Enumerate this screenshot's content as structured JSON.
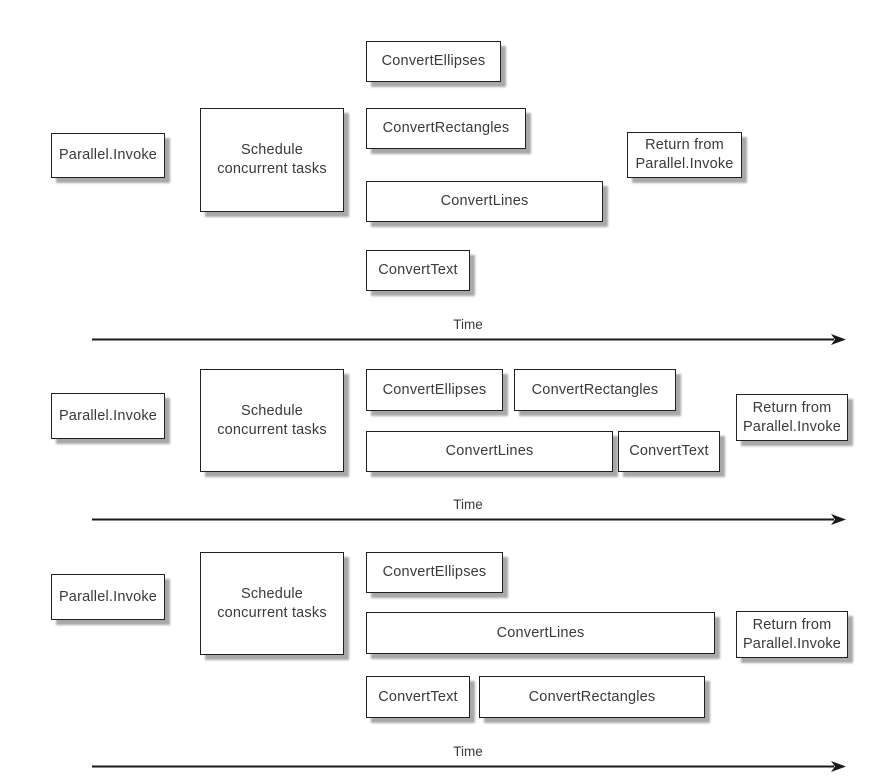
{
  "colors": {
    "box_fill": "#ffffff",
    "box_border": "#231f20",
    "box_shadow": "#a8a8a8",
    "text": "#3a3a3a",
    "axis_line": "#1a1a1a"
  },
  "sections": [
    {
      "axis_label": "Time",
      "boxes": {
        "parallel_invoke": "Parallel.Invoke",
        "schedule_lines": [
          "Schedule",
          "concurrent tasks"
        ],
        "convert_ellipses": "ConvertEllipses",
        "convert_rectangles": "ConvertRectangles",
        "convert_lines": "ConvertLines",
        "convert_text": "ConvertText",
        "return_lines": [
          "Return from",
          "Parallel.Invoke"
        ]
      }
    },
    {
      "axis_label": "Time",
      "boxes": {
        "parallel_invoke": "Parallel.Invoke",
        "schedule_lines": [
          "Schedule",
          "concurrent tasks"
        ],
        "convert_ellipses": "ConvertEllipses",
        "convert_rectangles": "ConvertRectangles",
        "convert_lines": "ConvertLines",
        "convert_text": "ConvertText",
        "return_lines": [
          "Return from",
          "Parallel.Invoke"
        ]
      }
    },
    {
      "axis_label": "Time",
      "boxes": {
        "parallel_invoke": "Parallel.Invoke",
        "schedule_lines": [
          "Schedule",
          "concurrent tasks"
        ],
        "convert_ellipses": "ConvertEllipses",
        "convert_rectangles": "ConvertRectangles",
        "convert_lines": "ConvertLines",
        "convert_text": "ConvertText",
        "return_lines": [
          "Return from",
          "Parallel.Invoke"
        ]
      }
    }
  ]
}
